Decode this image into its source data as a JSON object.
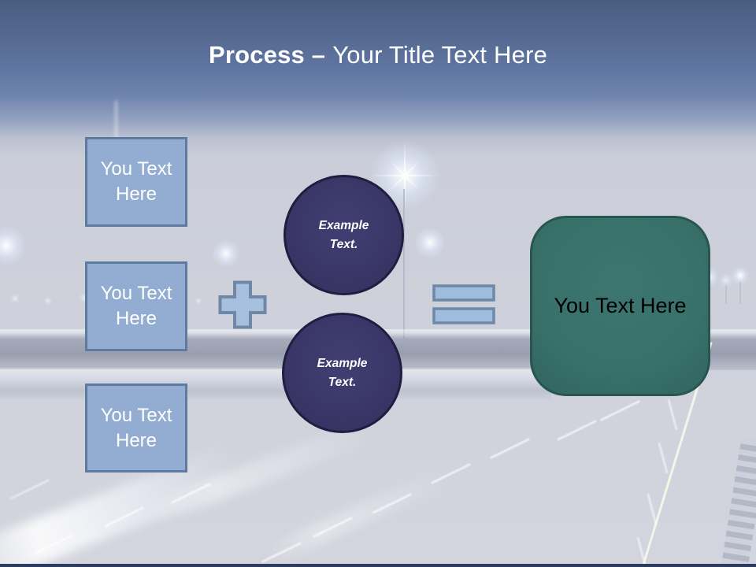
{
  "slide": {
    "title": {
      "emphasis": "Process –",
      "rest": "Your Title Text Here"
    },
    "diagram": {
      "input_boxes": [
        {
          "label": "You Text Here"
        },
        {
          "label": "You Text Here"
        },
        {
          "label": "You Text Here"
        }
      ],
      "operators": {
        "plus": "plus-icon",
        "equals": "equals-icon"
      },
      "example_circles": [
        {
          "label": "Example Text."
        },
        {
          "label": "Example Text."
        }
      ],
      "result_box": {
        "label": "You Text Here"
      }
    },
    "colors": {
      "title_text": "#ffffff",
      "sky_top": "#4a5d81",
      "background_haze": "#cdd0da",
      "box_fill": "#92add1",
      "box_border": "#5e7a9f",
      "operator_fill": "#a6c0de",
      "operator_border": "#6f88a7",
      "circle_fill": "#3a3768",
      "circle_border": "#201d40",
      "circle_text": "#ffffff",
      "result_fill": "#38706a",
      "result_border": "#28564f",
      "result_text": "#000000",
      "bottom_edge": "#2c3b5e"
    }
  }
}
